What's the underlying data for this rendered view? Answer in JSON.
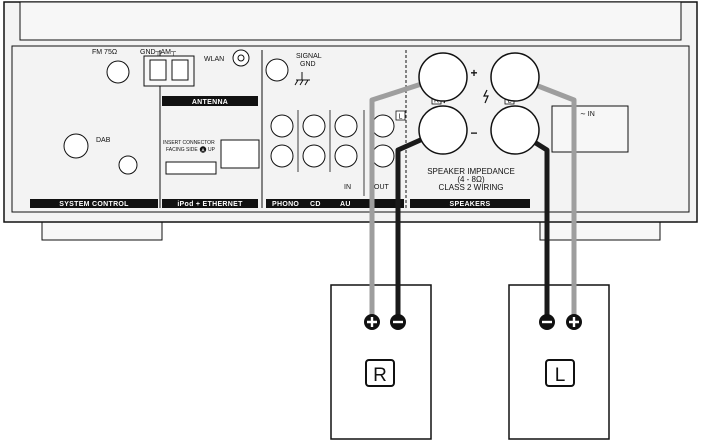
{
  "panel": {
    "fm_label": "FM 75Ω",
    "gnd_am_label": "GND┬AM┬",
    "wlan_label": "WLAN",
    "signal_gnd_line1": "SIGNAL",
    "signal_gnd_line2": "GND",
    "antenna_label": "ANTENNA",
    "dab_label": "DAB",
    "insert_line1": "INSERT CONNECTOR",
    "insert_line2_a": "FACING SIDE",
    "insert_line2_b": "UP",
    "insert_badge": "A",
    "in_label": "IN",
    "out_label": "OUT",
    "l_tag": "L",
    "r_tag": "R",
    "ac_in_label": "∼ IN",
    "impedance_line1": "SPEAKER IMPEDANCE",
    "impedance_line2": "(4 - 8Ω)",
    "impedance_line3": "CLASS 2 WIRING",
    "plus_symbol": "+",
    "minus_symbol": "−",
    "bars": {
      "system_control": "SYSTEM CONTROL",
      "ipod_ethernet": "iPod + ETHERNET",
      "phono": "PHONO",
      "cd": "CD",
      "aux": "AU",
      "speakers": "SPEAKERS"
    }
  },
  "speakers": {
    "right_label": "R",
    "left_label": "L"
  },
  "colors": {
    "wire_positive": "#9e9e9e",
    "wire_negative": "#1a1a1a",
    "panel_fill": "#f3f3f3",
    "bar_fill": "#111111"
  }
}
